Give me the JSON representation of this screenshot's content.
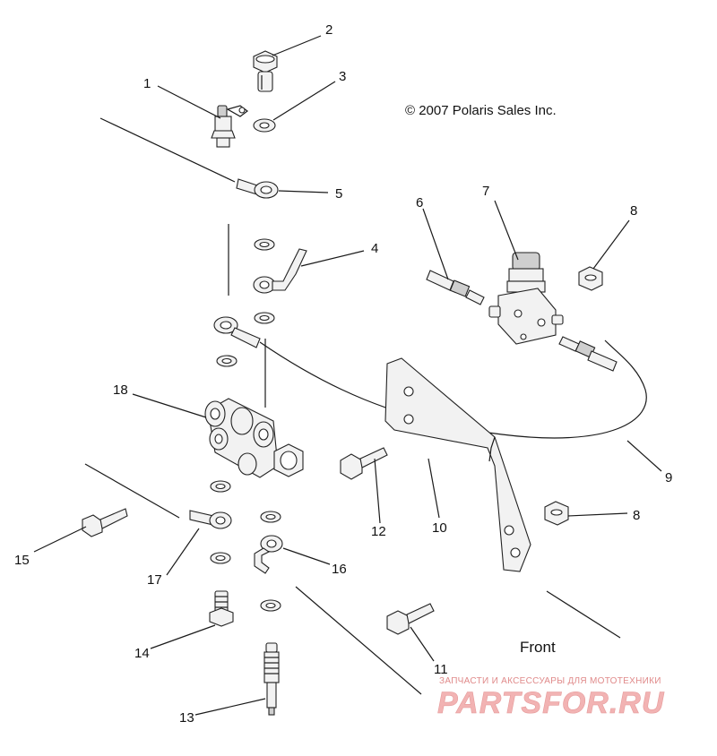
{
  "copyright": "© 2007 Polaris Sales Inc.",
  "orientation_label": "Front",
  "watermark": {
    "tagline": "ЗАПЧАСТИ И АКСЕССУАРЫ ДЛЯ МОТОТЕХНИКИ",
    "brand": "PARTSFOR.RU"
  },
  "callouts": {
    "c1": "1",
    "c2": "2",
    "c3": "3",
    "c4": "4",
    "c5": "5",
    "c6": "6",
    "c7": "7",
    "c8a": "8",
    "c8b": "8",
    "c9": "9",
    "c10": "10",
    "c11": "11",
    "c12": "12",
    "c13": "13",
    "c14": "14",
    "c15": "15",
    "c16": "16",
    "c17": "17",
    "c18": "18"
  },
  "colors": {
    "line": "#1a1a1a",
    "watermark": "#e08a8a"
  }
}
